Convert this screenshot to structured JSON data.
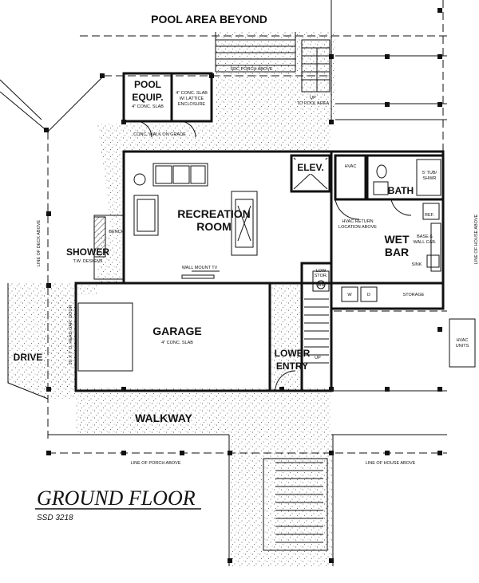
{
  "plan": {
    "title": "GROUND FLOOR",
    "subtitle": "SSD 3218",
    "labels": {
      "pool_area": "POOL AREA BEYOND",
      "sdc_porch": "SDC PORCH ABOVE",
      "up_pool": "UP",
      "to_pool_area": "TO POOL AREA",
      "pool_equip_1": "POOL",
      "pool_equip_2": "EQUIP.",
      "pool_slab": "4\" CONC. SLAB",
      "lattice_1": "4\" CONC. SLAB",
      "lattice_2": "W/ LATTICE",
      "lattice_3": "ENCLOSURE",
      "conc_walk": "CONC. WALK ON GRADE",
      "elev": "ELEV.",
      "hvac": "HVAC",
      "bath": "BATH",
      "tub": "5' TUB/",
      "shwr": "SHWR",
      "recreation_1": "RECREATION",
      "recreation_2": "ROOM",
      "hvac_return_1": "HVAC RETURN",
      "hvac_return_2": "LOCATION ABOVE",
      "wet_1": "WET",
      "wet_2": "BAR",
      "ref": "REF.",
      "base_wall_1": "BASE &",
      "base_wall_2": "WALL CAB.",
      "sink": "SINK",
      "bench": "BENCH",
      "shower": "SHOWER",
      "shower_sub": "T.W. DESIGNS",
      "wall_tv": "WALL MOUNT TV",
      "low_stor_1": "LOW",
      "low_stor_2": "STOR.",
      "wh": "WH",
      "washer": "W",
      "dryer": "D",
      "storage": "STORAGE",
      "line_deck_above": "LINE OF DECK ABOVE",
      "line_house_right": "LINE OF HOUSE ABOVE",
      "garage": "GARAGE",
      "garage_slab": "4\" CONC. SLAB",
      "garage_door": "16' X 7' O. HEAD GAR. DOOR",
      "drive": "DRIVE",
      "lower_1": "LOWER",
      "lower_2": "ENTRY",
      "up_entry": "UP",
      "hvac_units_1": "HVAC",
      "hvac_units_2": "UNITS",
      "walkway": "WALKWAY",
      "line_porch_above": "LINE OF PORCH ABOVE",
      "line_house_bottom": "LINE OF HOUSE ABOVE"
    }
  }
}
